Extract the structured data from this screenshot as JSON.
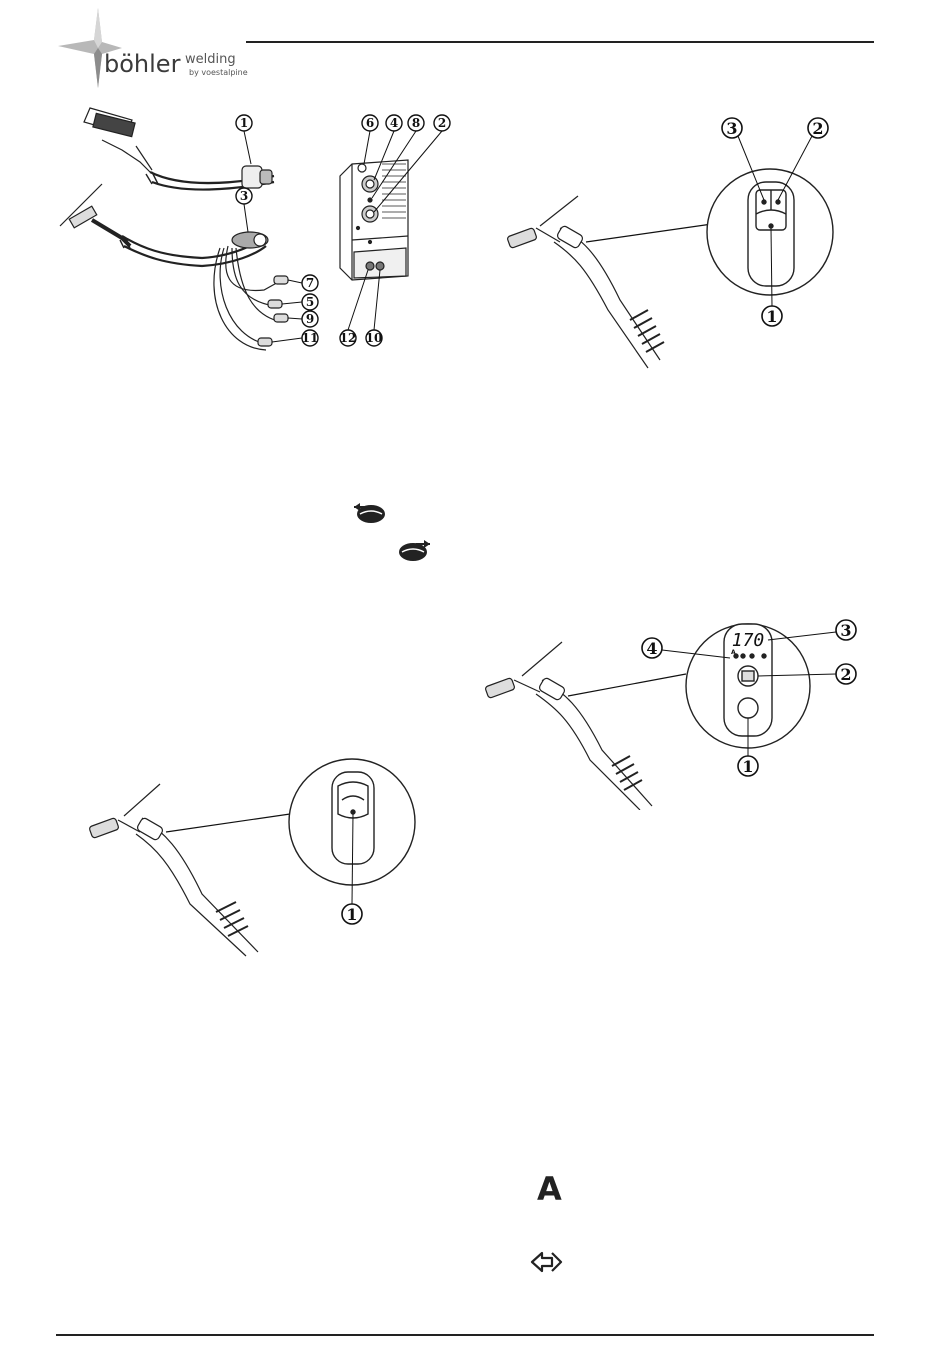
{
  "header": {
    "brand_main": "böhler",
    "brand_sub": "welding",
    "brand_by": "by voestalpine"
  },
  "fig1": {
    "callouts": [
      "1",
      "3",
      "7",
      "5",
      "9",
      "11",
      "6",
      "4",
      "8",
      "2",
      "12",
      "10"
    ]
  },
  "fig2": {
    "callouts": [
      "3",
      "2",
      "1"
    ]
  },
  "fig3": {
    "callouts": [
      "1"
    ]
  },
  "fig4": {
    "display_value": "170",
    "panel_letter": "A",
    "callouts": [
      "4",
      "3",
      "2",
      "1"
    ]
  },
  "symbols": {
    "current_letter": "A",
    "arrow_glyph": "⇦"
  },
  "icons": [
    "logo-star-icon",
    "crater-in-icon",
    "crater-out-icon",
    "enter-arrow-icon"
  ]
}
